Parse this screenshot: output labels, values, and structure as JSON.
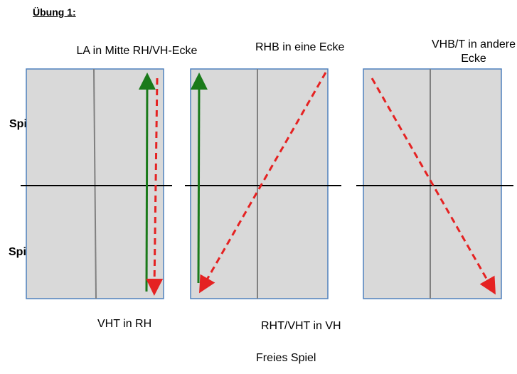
{
  "heading": "Übung 1:",
  "player_labels": {
    "top": "Spieler B",
    "bottom": "Spieler A"
  },
  "tables": [
    {
      "top_label": "LA in Mitte RH/VH-Ecke",
      "bottom_label": "VHT in RH"
    },
    {
      "top_label": "RHB in eine Ecke",
      "bottom_label": "RHT/VHT in VH"
    },
    {
      "top_label_line1": "VHB/T in andere",
      "top_label_line2": "Ecke",
      "bottom_label": ""
    }
  ],
  "footer": "Freies Spiel",
  "colors": {
    "table_fill": "#d9d9d9",
    "table_border": "#4f81bd",
    "center_line": "#808080",
    "net": "#000000",
    "solid_arrow": "#1a7a1a",
    "dashed_arrow": "#e52222"
  }
}
